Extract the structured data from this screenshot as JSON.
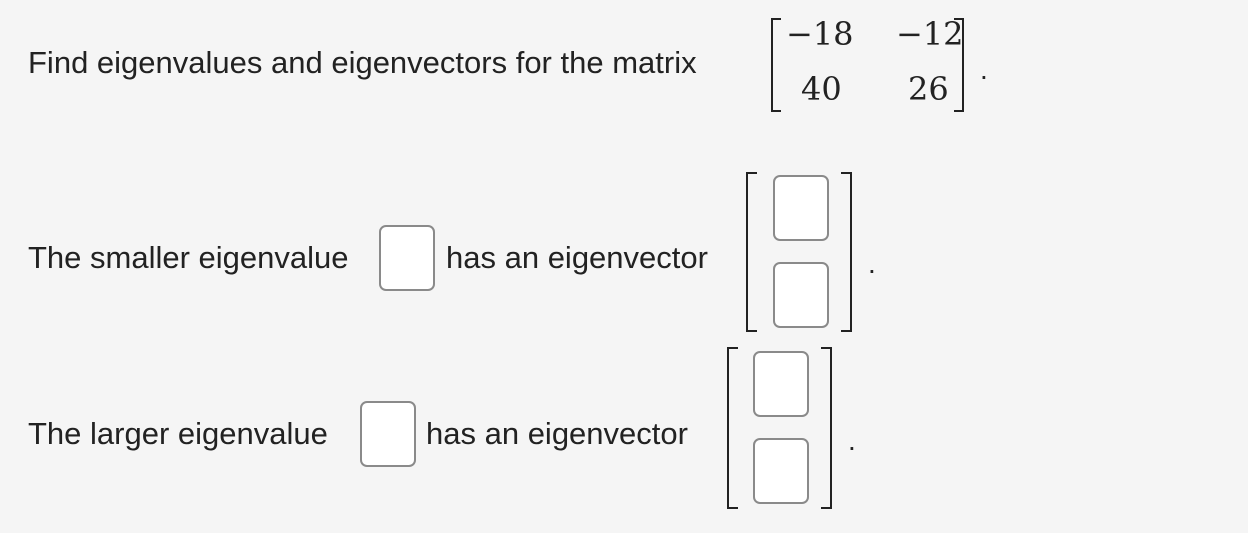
{
  "question": {
    "prompt": "Find eigenvalues and eigenvectors for the matrix",
    "matrix": [
      [
        "−18",
        "−12"
      ],
      [
        "40",
        "26"
      ]
    ],
    "end_punctuation": "."
  },
  "answers": [
    {
      "label": "The smaller eigenvalue",
      "connector": "has an eigenvector",
      "end_punctuation": "."
    },
    {
      "label": "The larger eigenvalue",
      "connector": "has an eigenvector",
      "end_punctuation": "."
    }
  ]
}
